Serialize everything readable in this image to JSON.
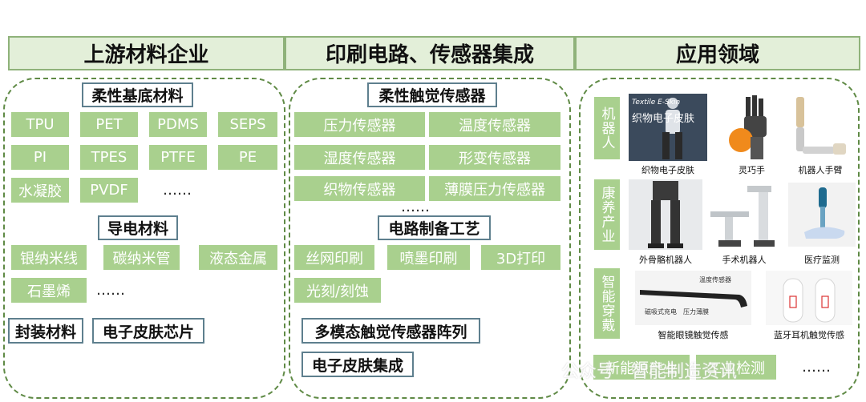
{
  "headers": [
    "上游材料企业",
    "印刷电路、传感器集成",
    "应用领域"
  ],
  "col1": {
    "substrate_title": "柔性基底材料",
    "substrate_row1": [
      "TPU",
      "PET",
      "PDMS",
      "SEPS"
    ],
    "substrate_row2": [
      "PI",
      "TPES",
      "PTFE",
      "PE"
    ],
    "substrate_row3": [
      "水凝胶",
      "PVDF"
    ],
    "substrate_more": "……",
    "conductive_title": "导电材料",
    "conductive_row1": [
      "银纳米线",
      "碳纳米管",
      "液态金属"
    ],
    "conductive_row2": [
      "石墨烯"
    ],
    "conductive_more": "……",
    "bottom": [
      "封装材料",
      "电子皮肤芯片"
    ]
  },
  "col2": {
    "sensor_title": "柔性触觉传感器",
    "sensors": [
      "压力传感器",
      "温度传感器",
      "湿度传感器",
      "形变传感器",
      "织物传感器",
      "薄膜压力传感器"
    ],
    "sensor_more": "……",
    "process_title": "电路制备工艺",
    "processes": [
      "丝网印刷",
      "喷墨印刷",
      "3D打印",
      "光刻/刻蚀"
    ],
    "array": "多模态触觉传感器阵列",
    "integration": "电子皮肤集成"
  },
  "col3": {
    "categories": [
      "机器人",
      "康养产业",
      "智能穿戴"
    ],
    "robot_captions": [
      "织物电子皮肤",
      "灵巧手",
      "机器人手臂"
    ],
    "robot_photo_text": [
      "Textile E-Skin",
      "织物电子皮肤"
    ],
    "care_captions": [
      "外骨骼机器人",
      "手术机器人",
      "医疗监测"
    ],
    "wear_captions": [
      "智能眼镜触觉传感",
      "蓝牙耳机触觉传感"
    ],
    "glasses_text": [
      "温度传感器",
      "磁吸式充电",
      "压力薄膜"
    ],
    "bottom_tags": [
      "新能源产业",
      "工业检测"
    ],
    "bottom_more": "……"
  },
  "watermark": "公众号 · 智能制造资讯",
  "colors": {
    "tag_green": "#a9d08e",
    "header_bg": "#e3efd9",
    "dash_green": "#5f8a45"
  }
}
